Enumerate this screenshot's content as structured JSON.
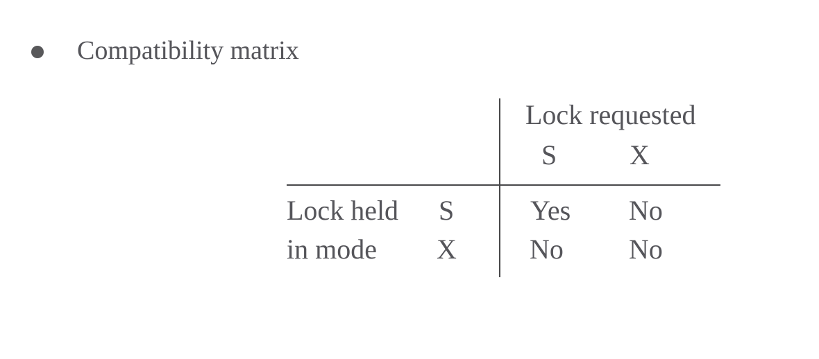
{
  "slide": {
    "bullet_title": "Compatibility matrix"
  },
  "matrix": {
    "col_group_label": "Lock requested",
    "row_group_label_line1": "Lock held",
    "row_group_label_line2": "in mode",
    "col_headers": [
      "S",
      "X"
    ],
    "row_headers": [
      "S",
      "X"
    ],
    "cells": [
      [
        "Yes",
        "No"
      ],
      [
        "No",
        "No"
      ]
    ]
  },
  "colors": {
    "background": "#ffffff",
    "text": "#55555a",
    "line": "#48484a",
    "bullet": "#58585a"
  }
}
